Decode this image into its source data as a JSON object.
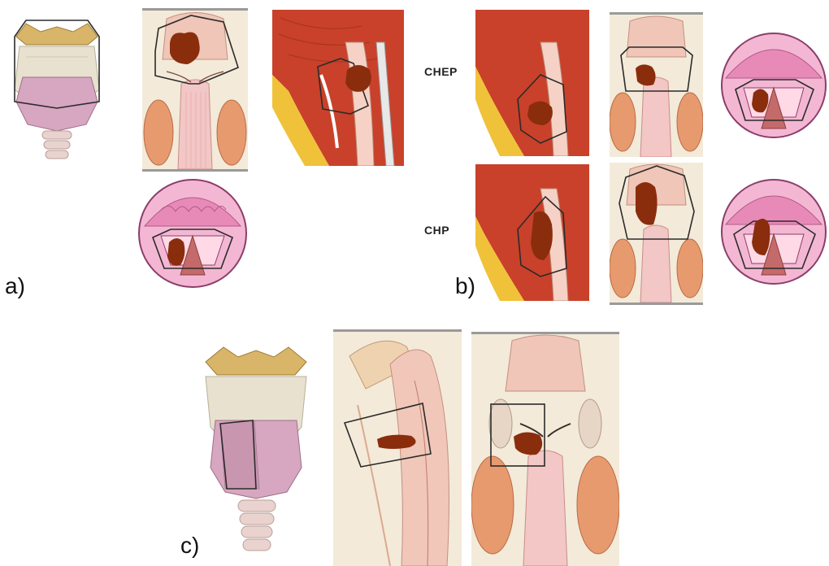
{
  "labels": {
    "a": "a)",
    "b": "b)",
    "c": "c)",
    "chep": "CHEP",
    "chp": "CHP"
  },
  "colors": {
    "tumor": "#8a2d0c",
    "outline": "#2b2b2b",
    "tissue_pink": "#e9b6b0",
    "muscle_red": "#c9412a",
    "fat_yellow": "#f0c23a",
    "cartilage_beige": "#e9e2c9",
    "lumen_pink": "#e68ab3"
  },
  "icons": {
    "larynx": "larynx-cartilage-illustration",
    "coronal": "coronal-section-illustration",
    "sagittal": "sagittal-section-illustration",
    "endoscopic": "endoscopic-glottis-view"
  }
}
